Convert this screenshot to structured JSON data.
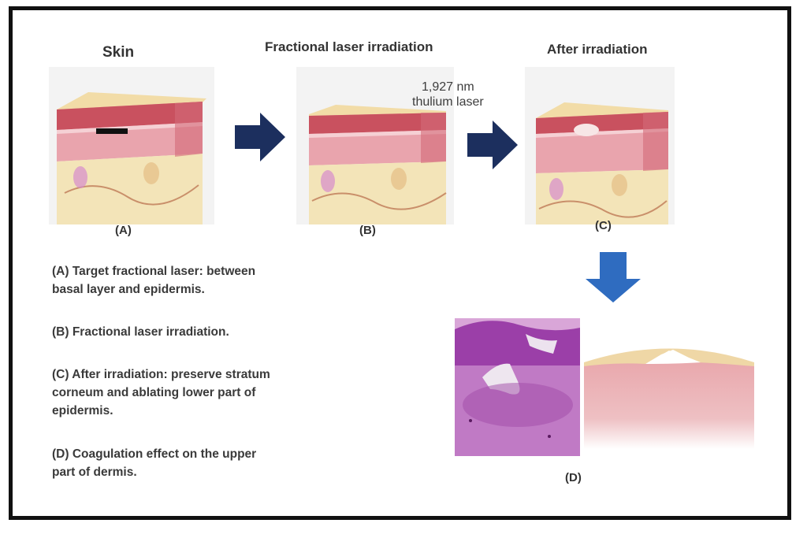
{
  "figure": {
    "titles": {
      "skin": "Skin",
      "fractional": "Fractional laser irradiation",
      "after": "After irradiation"
    },
    "laser_label": {
      "line1": "1,927 nm",
      "line2": "thulium laser"
    },
    "panel_labels": {
      "a": "(A)",
      "b": "(B)",
      "c": "(C)",
      "d": "(D)"
    },
    "descriptions": [
      {
        "line1": "(A) Target fractional laser: between",
        "line2": "basal layer and epidermis."
      },
      {
        "line1": "(B) Fractional laser irradiation."
      },
      {
        "line1": "(C) After irradiation: preserve stratum",
        "line2": "corneum and ablating lower part of",
        "line3": "epidermis."
      },
      {
        "line1": "(D) Coagulation effect on the upper",
        "line2": "part of dermis."
      }
    ],
    "colors": {
      "arrow_dark": "#1c2f5e",
      "arrow_blue": "#2f6cc0",
      "epidermis": "#c9515f",
      "dermis": "#e9a4ad",
      "fat": "#f3e4b8",
      "histology": "#b25ab8"
    }
  }
}
